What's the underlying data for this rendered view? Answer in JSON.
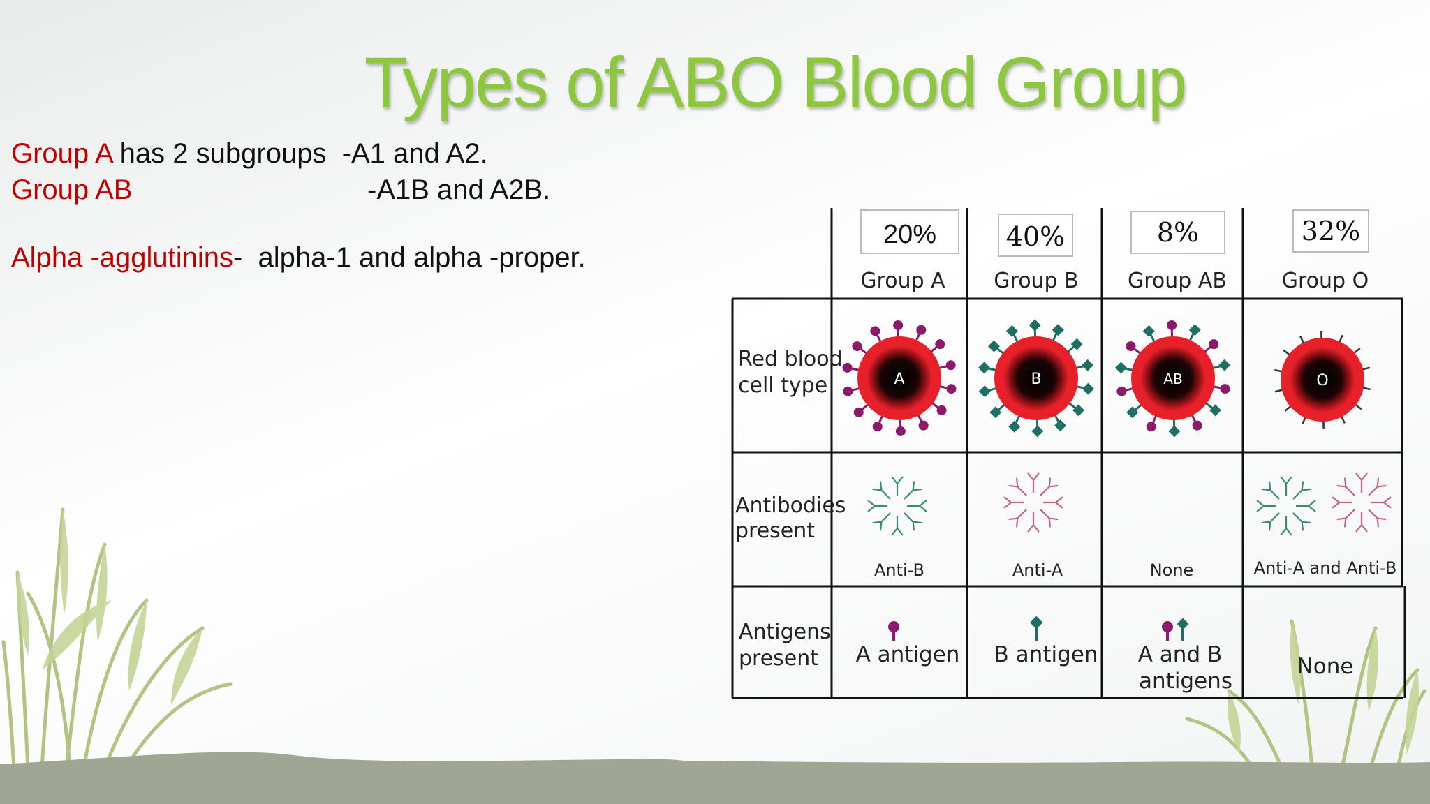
{
  "title": "Types of ABO Blood Group",
  "notes": {
    "line1_red": "Group A",
    "line1_rest": " has 2 subgroups  -A1 and A2.",
    "line2_red": "Group AB",
    "line2_rest": "-A1B and A2B.",
    "line3_red": "Alpha -agglutinins",
    "line3_rest": "-  alpha-1 and alpha -proper."
  },
  "table": {
    "columns": [
      {
        "percent": "20%",
        "group": "Group A",
        "cell_letter": "A",
        "antibodies": "Anti-B",
        "antigens": "A antigen"
      },
      {
        "percent": "40%",
        "group": "Group B",
        "cell_letter": "B",
        "antibodies": "Anti-A",
        "antigens": "B antigen"
      },
      {
        "percent": "8%",
        "group": "Group AB",
        "cell_letter": "AB",
        "antibodies": "None",
        "antigens_line1": "A and B",
        "antigens_line2": "antigens"
      },
      {
        "percent": "32%",
        "group": "Group O",
        "cell_letter": "O",
        "antibodies": "Anti-A and Anti-B",
        "antigens": "None"
      }
    ],
    "row_labels": {
      "rbc_line1": "Red blood",
      "rbc_line2": "cell type",
      "antibodies_line1": "Antibodies",
      "antibodies_line2": "present",
      "antigens_line1": "Antigens",
      "antigens_line2": "present"
    }
  },
  "colors": {
    "title": "#8dc63f",
    "highlight_text": "#c00000",
    "cell_red": "#e8202a",
    "antigen_a": "#8b1a6b",
    "antigen_b": "#1f6e63",
    "antibody_green": "#3a8a7a",
    "antibody_pink": "#c0628e",
    "grass": "#b9c98a",
    "ground": "#9aa08e"
  }
}
